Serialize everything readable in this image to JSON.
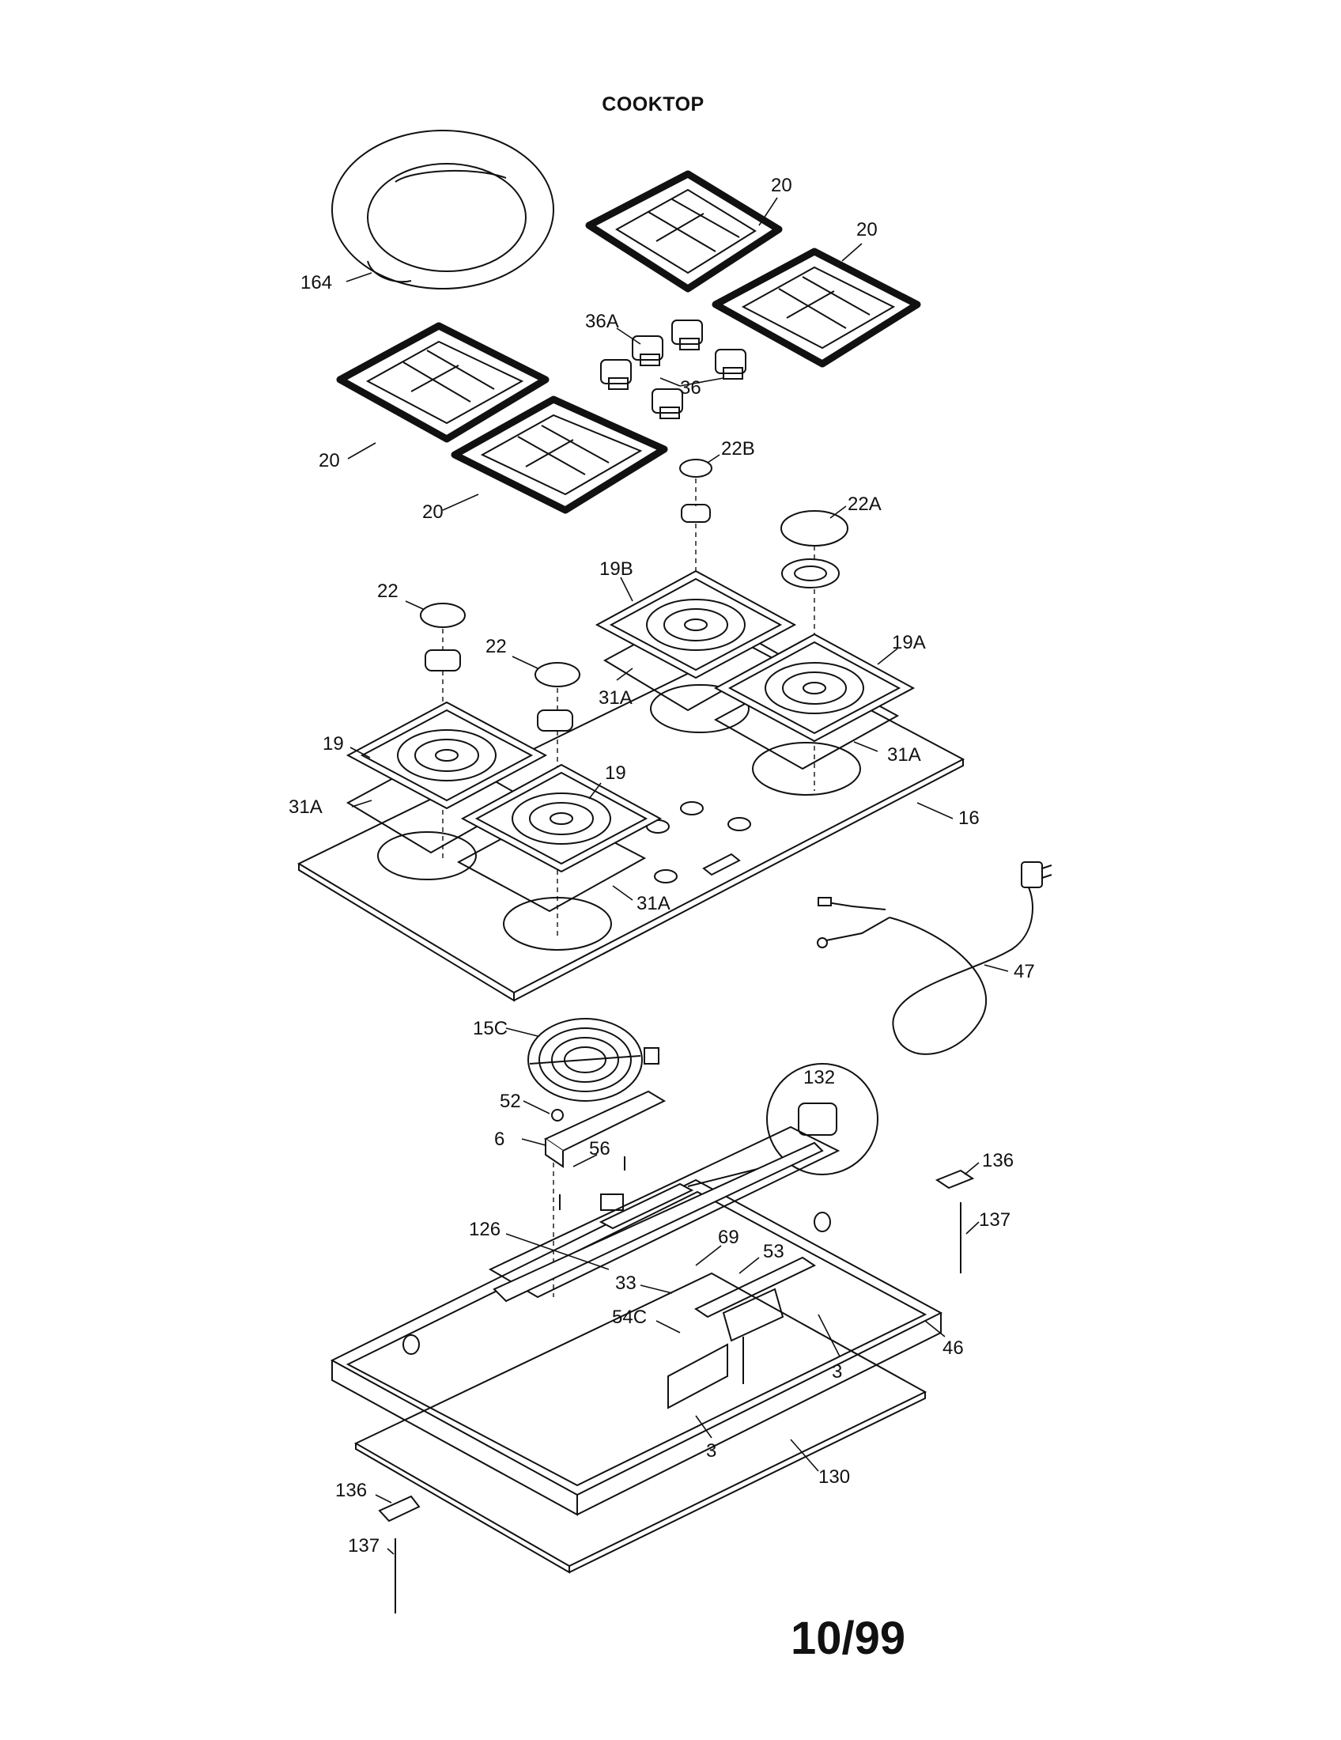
{
  "title": "COOKTOP",
  "date_code": "10/99",
  "callouts": [
    "164",
    "20",
    "20",
    "20",
    "20",
    "36A",
    "36",
    "22B",
    "22A",
    "22",
    "22",
    "19B",
    "19A",
    "31A",
    "31A",
    "19",
    "19",
    "31A",
    "31A",
    "16",
    "47",
    "15C",
    "132",
    "52",
    "6",
    "56",
    "136",
    "137",
    "126",
    "69",
    "53",
    "33",
    "54C",
    "3",
    "3",
    "46",
    "130",
    "136",
    "137"
  ]
}
